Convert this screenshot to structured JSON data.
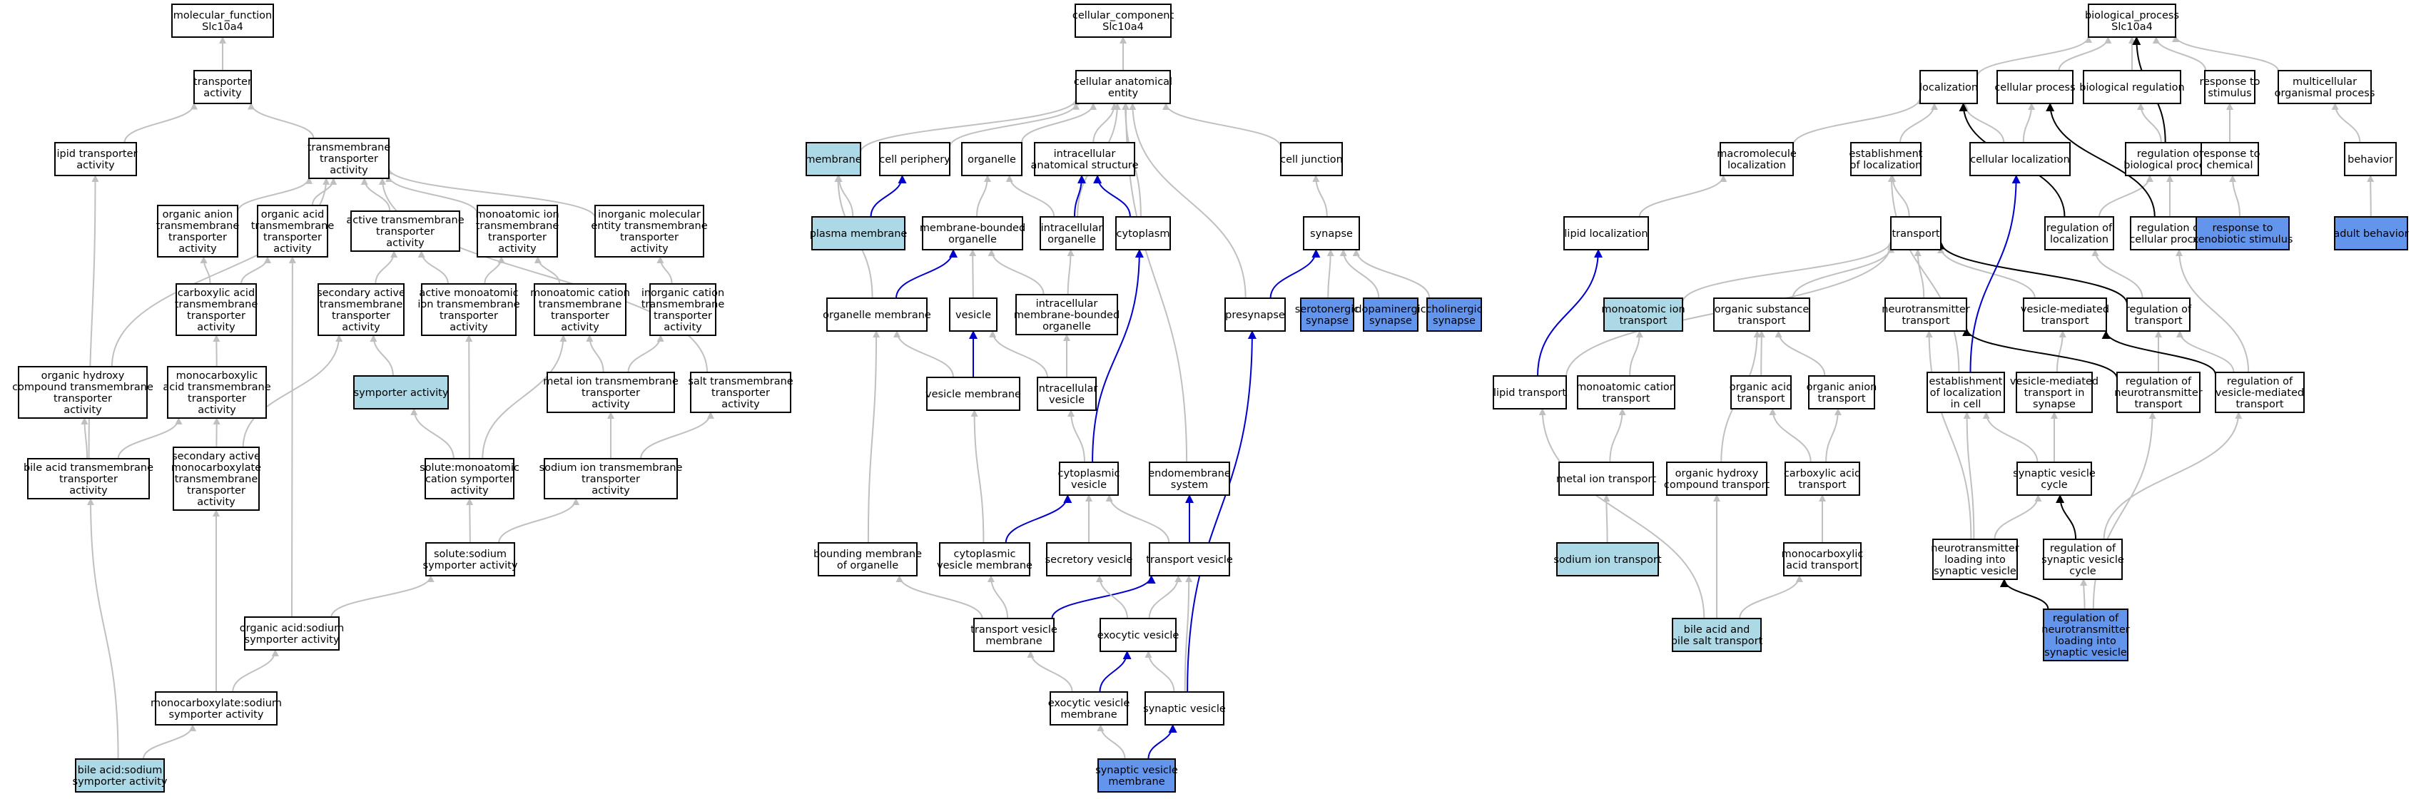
{
  "colors": {
    "default": "#ffffff",
    "light": "#add8e6",
    "dark": "#6495ed",
    "edge_gray": "#c0c0c0",
    "edge_black": "#000000",
    "edge_blue": "#0000cd"
  },
  "nodes": [
    {
      "id": "mf",
      "label": "molecular_function\nSlc10a4",
      "fill": "default"
    },
    {
      "id": "ta",
      "label": "transporter\nactivity",
      "fill": "default"
    },
    {
      "id": "lta",
      "label": "lipid transporter\nactivity",
      "fill": "default"
    },
    {
      "id": "tmta",
      "label": "transmembrane\ntransporter\nactivity",
      "fill": "default"
    },
    {
      "id": "oata",
      "label": "organic anion\ntransmembrane\ntransporter\nactivity",
      "fill": "default"
    },
    {
      "id": "oacta",
      "label": "organic acid\ntransmembrane\ntransporter\nactivity",
      "fill": "default"
    },
    {
      "id": "atta",
      "label": "active transmembrane\ntransporter\nactivity",
      "fill": "default"
    },
    {
      "id": "moita",
      "label": "monoatomic ion\ntransmembrane\ntransporter\nactivity",
      "fill": "default"
    },
    {
      "id": "imeta",
      "label": "inorganic molecular\nentity transmembrane\ntransporter\nactivity",
      "fill": "default"
    },
    {
      "id": "cata",
      "label": "carboxylic acid\ntransmembrane\ntransporter\nactivity",
      "fill": "default"
    },
    {
      "id": "sata",
      "label": "secondary active\ntransmembrane\ntransporter\nactivity",
      "fill": "default"
    },
    {
      "id": "amita",
      "label": "active monoatomic\nion transmembrane\ntransporter\nactivity",
      "fill": "default"
    },
    {
      "id": "mcta",
      "label": "monoatomic cation\ntransmembrane\ntransporter\nactivity",
      "fill": "default"
    },
    {
      "id": "icta",
      "label": "inorganic cation\ntransmembrane\ntransporter\nactivity",
      "fill": "default"
    },
    {
      "id": "sya",
      "label": "symporter activity",
      "fill": "light"
    },
    {
      "id": "ohcta",
      "label": "organic hydroxy\ncompound transmembrane\ntransporter\nactivity",
      "fill": "default"
    },
    {
      "id": "mcata",
      "label": "monocarboxylic\nacid transmembrane\ntransporter\nactivity",
      "fill": "default"
    },
    {
      "id": "mita",
      "label": "metal ion transmembrane\ntransporter\nactivity",
      "fill": "default"
    },
    {
      "id": "stta",
      "label": "salt transmembrane\ntransporter\nactivity",
      "fill": "default"
    },
    {
      "id": "bata",
      "label": "bile acid transmembrane\ntransporter\nactivity",
      "fill": "default"
    },
    {
      "id": "samc",
      "label": "secondary active\nmonocarboxylate\ntransmembrane\ntransporter\nactivity",
      "fill": "default"
    },
    {
      "id": "smcsa",
      "label": "solute:monoatomic\ncation symporter\nactivity",
      "fill": "default"
    },
    {
      "id": "sita",
      "label": "sodium ion transmembrane\ntransporter\nactivity",
      "fill": "default"
    },
    {
      "id": "ssa",
      "label": "solute:sodium\nsymporter activity",
      "fill": "default"
    },
    {
      "id": "oasa",
      "label": "organic acid:sodium\nsymporter activity",
      "fill": "default"
    },
    {
      "id": "mcsa",
      "label": "monocarboxylate:sodium\nsymporter activity",
      "fill": "default"
    },
    {
      "id": "basa",
      "label": "bile acid:sodium\nsymporter activity",
      "fill": "light"
    },
    {
      "id": "cc",
      "label": "cellular_component\nSlc10a4",
      "fill": "default"
    },
    {
      "id": "cae",
      "label": "cellular anatomical\nentity",
      "fill": "default"
    },
    {
      "id": "mem",
      "label": "membrane",
      "fill": "light"
    },
    {
      "id": "cp",
      "label": "cell periphery",
      "fill": "default"
    },
    {
      "id": "org",
      "label": "organelle",
      "fill": "default"
    },
    {
      "id": "ias",
      "label": "intracellular\nanatomical structure",
      "fill": "default"
    },
    {
      "id": "cj",
      "label": "cell junction",
      "fill": "default"
    },
    {
      "id": "pm",
      "label": "plasma membrane",
      "fill": "light"
    },
    {
      "id": "mbo",
      "label": "membrane-bounded\norganelle",
      "fill": "default"
    },
    {
      "id": "io",
      "label": "intracellular\norganelle",
      "fill": "default"
    },
    {
      "id": "cyto",
      "label": "cytoplasm",
      "fill": "default"
    },
    {
      "id": "syn",
      "label": "synapse",
      "fill": "default"
    },
    {
      "id": "om",
      "label": "organelle membrane",
      "fill": "default"
    },
    {
      "id": "ves",
      "label": "vesicle",
      "fill": "default"
    },
    {
      "id": "imbo",
      "label": "intracellular\nmembrane-bounded\norganelle",
      "fill": "default"
    },
    {
      "id": "sers",
      "label": "serotonergic\nsynapse",
      "fill": "dark"
    },
    {
      "id": "dops",
      "label": "dopaminergic\nsynapse",
      "fill": "dark"
    },
    {
      "id": "chos",
      "label": "cholinergic\nsynapse",
      "fill": "dark"
    },
    {
      "id": "pres",
      "label": "presynapse",
      "fill": "default"
    },
    {
      "id": "vm",
      "label": "vesicle membrane",
      "fill": "default"
    },
    {
      "id": "iv",
      "label": "intracellular\nvesicle",
      "fill": "default"
    },
    {
      "id": "cv",
      "label": "cytoplasmic\nvesicle",
      "fill": "default"
    },
    {
      "id": "ems",
      "label": "endomembrane\nsystem",
      "fill": "default"
    },
    {
      "id": "bmo",
      "label": "bounding membrane\nof organelle",
      "fill": "default"
    },
    {
      "id": "cvm",
      "label": "cytoplasmic\nvesicle membrane",
      "fill": "default"
    },
    {
      "id": "sv",
      "label": "secretory vesicle",
      "fill": "default"
    },
    {
      "id": "tv",
      "label": "transport vesicle",
      "fill": "default"
    },
    {
      "id": "tvm",
      "label": "transport vesicle\nmembrane",
      "fill": "default"
    },
    {
      "id": "ev",
      "label": "exocytic vesicle",
      "fill": "default"
    },
    {
      "id": "evm",
      "label": "exocytic vesicle\nmembrane",
      "fill": "default"
    },
    {
      "id": "syv",
      "label": "synaptic vesicle",
      "fill": "default"
    },
    {
      "id": "svm",
      "label": "synaptic vesicle\nmembrane",
      "fill": "dark"
    },
    {
      "id": "bp",
      "label": "biological_process\nSlc10a4",
      "fill": "default"
    },
    {
      "id": "loc",
      "label": "localization",
      "fill": "default"
    },
    {
      "id": "cpr",
      "label": "cellular process",
      "fill": "default"
    },
    {
      "id": "breg",
      "label": "biological regulation",
      "fill": "default"
    },
    {
      "id": "rts",
      "label": "response to\nstimulus",
      "fill": "default"
    },
    {
      "id": "mop",
      "label": "multicellular\norganismal process",
      "fill": "default"
    },
    {
      "id": "ml",
      "label": "macromolecule\nlocalization",
      "fill": "default"
    },
    {
      "id": "eol",
      "label": "establishment\nof localization",
      "fill": "default"
    },
    {
      "id": "cl",
      "label": "cellular localization",
      "fill": "default"
    },
    {
      "id": "rbp",
      "label": "regulation of\nbiological process",
      "fill": "default"
    },
    {
      "id": "rtc",
      "label": "response to\nchemical",
      "fill": "default"
    },
    {
      "id": "beh",
      "label": "behavior",
      "fill": "default"
    },
    {
      "id": "ll",
      "label": "lipid localization",
      "fill": "default"
    },
    {
      "id": "rol",
      "label": "regulation of\nlocalization",
      "fill": "default"
    },
    {
      "id": "rcp",
      "label": "regulation of\ncellular process",
      "fill": "default"
    },
    {
      "id": "rxs",
      "label": "response to\nxenobiotic stimulus",
      "fill": "dark"
    },
    {
      "id": "ab",
      "label": "adult behavior",
      "fill": "dark"
    },
    {
      "id": "tr",
      "label": "transport",
      "fill": "default"
    },
    {
      "id": "mit",
      "label": "monoatomic ion\ntransport",
      "fill": "light"
    },
    {
      "id": "ost",
      "label": "organic substance\ntransport",
      "fill": "default"
    },
    {
      "id": "nt",
      "label": "neurotransmitter\ntransport",
      "fill": "default"
    },
    {
      "id": "vmt",
      "label": "vesicle-mediated\ntransport",
      "fill": "default"
    },
    {
      "id": "rot",
      "label": "regulation of\ntransport",
      "fill": "default"
    },
    {
      "id": "lt",
      "label": "lipid transport",
      "fill": "default"
    },
    {
      "id": "mct",
      "label": "monoatomic cation\ntransport",
      "fill": "default"
    },
    {
      "id": "oact",
      "label": "organic acid\ntransport",
      "fill": "default"
    },
    {
      "id": "oant",
      "label": "organic anion\ntransport",
      "fill": "default"
    },
    {
      "id": "elc",
      "label": "establishment\nof localization\nin cell",
      "fill": "default"
    },
    {
      "id": "vmts",
      "label": "vesicle-mediated\ntransport in\nsynapse",
      "fill": "default"
    },
    {
      "id": "rnt",
      "label": "regulation of\nneurotransmitter\ntransport",
      "fill": "default"
    },
    {
      "id": "rvmt",
      "label": "regulation of\nvesicle-mediated\ntransport",
      "fill": "default"
    },
    {
      "id": "mitr",
      "label": "metal ion transport",
      "fill": "default"
    },
    {
      "id": "ohct",
      "label": "organic hydroxy\ncompound transport",
      "fill": "default"
    },
    {
      "id": "cat",
      "label": "carboxylic acid\ntransport",
      "fill": "default"
    },
    {
      "id": "svc",
      "label": "synaptic vesicle\ncycle",
      "fill": "default"
    },
    {
      "id": "sit",
      "label": "sodium ion transport",
      "fill": "light"
    },
    {
      "id": "mcat",
      "label": "monocarboxylic\nacid transport",
      "fill": "default"
    },
    {
      "id": "ntl",
      "label": "neurotransmitter\nloading into\nsynaptic vesicle",
      "fill": "default"
    },
    {
      "id": "rsvc",
      "label": "regulation of\nsynaptic vesicle\ncycle",
      "fill": "default"
    },
    {
      "id": "babst",
      "label": "bile acid and\nbile salt transport",
      "fill": "light"
    },
    {
      "id": "rntl",
      "label": "regulation of\nneurotransmitter\nloading into\nsynaptic vesicle",
      "fill": "dark"
    }
  ],
  "edges": [
    [
      "mf",
      "ta",
      "edge_gray"
    ],
    [
      "ta",
      "lta",
      "edge_gray"
    ],
    [
      "ta",
      "tmta",
      "edge_gray"
    ],
    [
      "tmta",
      "oata",
      "edge_gray"
    ],
    [
      "tmta",
      "oacta",
      "edge_gray"
    ],
    [
      "tmta",
      "atta",
      "edge_gray"
    ],
    [
      "tmta",
      "moita",
      "edge_gray"
    ],
    [
      "tmta",
      "imeta",
      "edge_gray"
    ],
    [
      "oata",
      "cata",
      "edge_gray"
    ],
    [
      "oacta",
      "cata",
      "edge_gray"
    ],
    [
      "atta",
      "sata",
      "edge_gray"
    ],
    [
      "atta",
      "amita",
      "edge_gray"
    ],
    [
      "moita",
      "amita",
      "edge_gray"
    ],
    [
      "moita",
      "mcta",
      "edge_gray"
    ],
    [
      "imeta",
      "icta",
      "edge_gray"
    ],
    [
      "sata",
      "sya",
      "edge_gray"
    ],
    [
      "tmta",
      "ohcta",
      "edge_gray"
    ],
    [
      "cata",
      "mcata",
      "edge_gray"
    ],
    [
      "mcta",
      "mita",
      "edge_gray"
    ],
    [
      "icta",
      "mita",
      "edge_gray"
    ],
    [
      "tmta",
      "stta",
      "edge_gray"
    ],
    [
      "lta",
      "bata",
      "edge_gray"
    ],
    [
      "ohcta",
      "bata",
      "edge_gray"
    ],
    [
      "mcata",
      "bata",
      "edge_gray"
    ],
    [
      "mcata",
      "samc",
      "edge_gray"
    ],
    [
      "sata",
      "samc",
      "edge_gray"
    ],
    [
      "sya",
      "smcsa",
      "edge_gray"
    ],
    [
      "amita",
      "smcsa",
      "edge_gray"
    ],
    [
      "mcta",
      "smcsa",
      "edge_gray"
    ],
    [
      "mita",
      "sita",
      "edge_gray"
    ],
    [
      "stta",
      "sita",
      "edge_gray"
    ],
    [
      "smcsa",
      "ssa",
      "edge_gray"
    ],
    [
      "sita",
      "ssa",
      "edge_gray"
    ],
    [
      "ssa",
      "oasa",
      "edge_gray"
    ],
    [
      "oacta",
      "oasa",
      "edge_gray"
    ],
    [
      "oasa",
      "mcsa",
      "edge_gray"
    ],
    [
      "samc",
      "mcsa",
      "edge_gray"
    ],
    [
      "mcsa",
      "basa",
      "edge_gray"
    ],
    [
      "bata",
      "basa",
      "edge_gray"
    ],
    [
      "cc",
      "cae",
      "edge_gray"
    ],
    [
      "cae",
      "mem",
      "edge_gray"
    ],
    [
      "cae",
      "cp",
      "edge_gray"
    ],
    [
      "cae",
      "org",
      "edge_gray"
    ],
    [
      "cae",
      "ias",
      "edge_gray"
    ],
    [
      "cae",
      "cj",
      "edge_gray"
    ],
    [
      "cae",
      "io",
      "edge_gray"
    ],
    [
      "cae",
      "cyto",
      "edge_gray"
    ],
    [
      "cae",
      "pres",
      "edge_gray"
    ],
    [
      "cae",
      "ems",
      "edge_gray"
    ],
    [
      "mem",
      "pm",
      "edge_gray"
    ],
    [
      "cp",
      "pm",
      "edge_blue"
    ],
    [
      "org",
      "mbo",
      "edge_gray"
    ],
    [
      "org",
      "io",
      "edge_gray"
    ],
    [
      "ias",
      "io",
      "edge_blue"
    ],
    [
      "ias",
      "cyto",
      "edge_blue"
    ],
    [
      "cj",
      "syn",
      "edge_gray"
    ],
    [
      "mem",
      "om",
      "edge_gray"
    ],
    [
      "mbo",
      "om",
      "edge_blue"
    ],
    [
      "mbo",
      "ves",
      "edge_gray"
    ],
    [
      "mbo",
      "imbo",
      "edge_gray"
    ],
    [
      "io",
      "imbo",
      "edge_gray"
    ],
    [
      "syn",
      "sers",
      "edge_gray"
    ],
    [
      "syn",
      "dops",
      "edge_gray"
    ],
    [
      "syn",
      "chos",
      "edge_gray"
    ],
    [
      "syn",
      "pres",
      "edge_blue"
    ],
    [
      "ves",
      "vm",
      "edge_blue"
    ],
    [
      "om",
      "vm",
      "edge_gray"
    ],
    [
      "ves",
      "iv",
      "edge_gray"
    ],
    [
      "imbo",
      "iv",
      "edge_gray"
    ],
    [
      "iv",
      "cv",
      "edge_gray"
    ],
    [
      "cyto",
      "cv",
      "edge_blue"
    ],
    [
      "om",
      "bmo",
      "edge_gray"
    ],
    [
      "cv",
      "cvm",
      "edge_blue"
    ],
    [
      "vm",
      "cvm",
      "edge_gray"
    ],
    [
      "cv",
      "sv",
      "edge_gray"
    ],
    [
      "cv",
      "tv",
      "edge_gray"
    ],
    [
      "ems",
      "tv",
      "edge_blue"
    ],
    [
      "bmo",
      "tvm",
      "edge_gray"
    ],
    [
      "cvm",
      "tvm",
      "edge_gray"
    ],
    [
      "tv",
      "tvm",
      "edge_blue"
    ],
    [
      "sv",
      "ev",
      "edge_gray"
    ],
    [
      "tv",
      "ev",
      "edge_gray"
    ],
    [
      "ev",
      "evm",
      "edge_blue"
    ],
    [
      "tvm",
      "evm",
      "edge_gray"
    ],
    [
      "ev",
      "syv",
      "edge_gray"
    ],
    [
      "tv",
      "syv",
      "edge_gray"
    ],
    [
      "pres",
      "syv",
      "edge_blue"
    ],
    [
      "syv",
      "svm",
      "edge_blue"
    ],
    [
      "evm",
      "svm",
      "edge_gray"
    ],
    [
      "bp",
      "loc",
      "edge_gray"
    ],
    [
      "bp",
      "cpr",
      "edge_gray"
    ],
    [
      "bp",
      "breg",
      "edge_gray"
    ],
    [
      "bp",
      "rts",
      "edge_gray"
    ],
    [
      "bp",
      "mop",
      "edge_gray"
    ],
    [
      "loc",
      "ml",
      "edge_gray"
    ],
    [
      "loc",
      "eol",
      "edge_gray"
    ],
    [
      "loc",
      "cl",
      "edge_gray"
    ],
    [
      "cpr",
      "cl",
      "edge_gray"
    ],
    [
      "breg",
      "rbp",
      "edge_gray"
    ],
    [
      "bp",
      "rbp",
      "edge_black"
    ],
    [
      "rts",
      "rtc",
      "edge_gray"
    ],
    [
      "mop",
      "beh",
      "edge_gray"
    ],
    [
      "ml",
      "ll",
      "edge_gray"
    ],
    [
      "rbp",
      "rol",
      "edge_gray"
    ],
    [
      "loc",
      "rol",
      "edge_black"
    ],
    [
      "rbp",
      "rcp",
      "edge_gray"
    ],
    [
      "cpr",
      "rcp",
      "edge_black"
    ],
    [
      "rtc",
      "rxs",
      "edge_gray"
    ],
    [
      "beh",
      "ab",
      "edge_gray"
    ],
    [
      "eol",
      "tr",
      "edge_gray"
    ],
    [
      "tr",
      "mit",
      "edge_gray"
    ],
    [
      "tr",
      "ost",
      "edge_gray"
    ],
    [
      "tr",
      "nt",
      "edge_gray"
    ],
    [
      "tr",
      "vmt",
      "edge_gray"
    ],
    [
      "rol",
      "rot",
      "edge_gray"
    ],
    [
      "tr",
      "rot",
      "edge_black"
    ],
    [
      "ll",
      "lt",
      "edge_blue"
    ],
    [
      "tr",
      "lt",
      "edge_gray"
    ],
    [
      "mit",
      "mct",
      "edge_gray"
    ],
    [
      "ost",
      "oact",
      "edge_gray"
    ],
    [
      "ost",
      "oant",
      "edge_gray"
    ],
    [
      "eol",
      "elc",
      "edge_gray"
    ],
    [
      "cl",
      "elc",
      "edge_blue"
    ],
    [
      "vmt",
      "vmts",
      "edge_gray"
    ],
    [
      "rot",
      "rnt",
      "edge_gray"
    ],
    [
      "nt",
      "rnt",
      "edge_black"
    ],
    [
      "rot",
      "rvmt",
      "edge_gray"
    ],
    [
      "vmt",
      "rvmt",
      "edge_black"
    ],
    [
      "rcp",
      "rvmt",
      "edge_gray"
    ],
    [
      "mct",
      "mitr",
      "edge_gray"
    ],
    [
      "ost",
      "ohct",
      "edge_gray"
    ],
    [
      "oact",
      "cat",
      "edge_gray"
    ],
    [
      "oant",
      "cat",
      "edge_gray"
    ],
    [
      "vmts",
      "svc",
      "edge_gray"
    ],
    [
      "elc",
      "svc",
      "edge_gray"
    ],
    [
      "mitr",
      "sit",
      "edge_gray"
    ],
    [
      "cat",
      "mcat",
      "edge_gray"
    ],
    [
      "nt",
      "ntl",
      "edge_gray"
    ],
    [
      "elc",
      "ntl",
      "edge_gray"
    ],
    [
      "svc",
      "ntl",
      "edge_gray"
    ],
    [
      "svc",
      "rsvc",
      "edge_black"
    ],
    [
      "rvmt",
      "rsvc",
      "edge_gray"
    ],
    [
      "lt",
      "babst",
      "edge_gray"
    ],
    [
      "ohct",
      "babst",
      "edge_gray"
    ],
    [
      "mcat",
      "babst",
      "edge_gray"
    ],
    [
      "rsvc",
      "rntl",
      "edge_gray"
    ],
    [
      "ntl",
      "rntl",
      "edge_black"
    ],
    [
      "rnt",
      "rntl",
      "edge_gray"
    ]
  ]
}
